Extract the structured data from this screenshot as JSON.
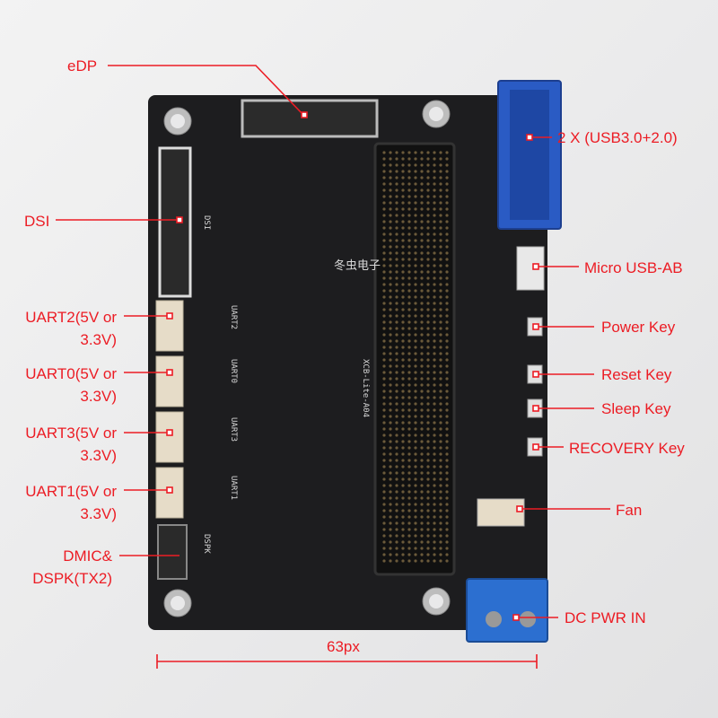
{
  "labels": {
    "edp": "eDP",
    "dsi": "DSI",
    "uart2": [
      "UART2(5V or",
      "3.3V)"
    ],
    "uart0": [
      "UART0(5V or",
      "3.3V)"
    ],
    "uart3": [
      "UART3(5V or",
      "3.3V)"
    ],
    "uart1": [
      "UART1(5V or",
      "3.3V)"
    ],
    "dmic": [
      "DMIC&",
      "DSPK(TX2)"
    ],
    "usb": "2 X (USB3.0+2.0)",
    "micro_usb": "Micro USB-AB",
    "power_key": "Power Key",
    "reset_key": "Reset Key",
    "sleep_key": "Sleep Key",
    "recovery_key": "RECOVERY Key",
    "fan": "Fan",
    "dc_pwr": "DC PWR IN"
  },
  "dimension": "63px",
  "silkscreen": {
    "board_name": "XCB-Lite-A04",
    "brand": "冬虫电子",
    "dsi": "DSI",
    "uart2": "UART2",
    "uart0": "UART0",
    "uart3": "UART3",
    "uart1": "UART1",
    "dspk": "DSPK"
  },
  "colors": {
    "annotation": "#ec1c24",
    "board": "#1c1c1e",
    "connector_blue": "#2a5bc4"
  }
}
